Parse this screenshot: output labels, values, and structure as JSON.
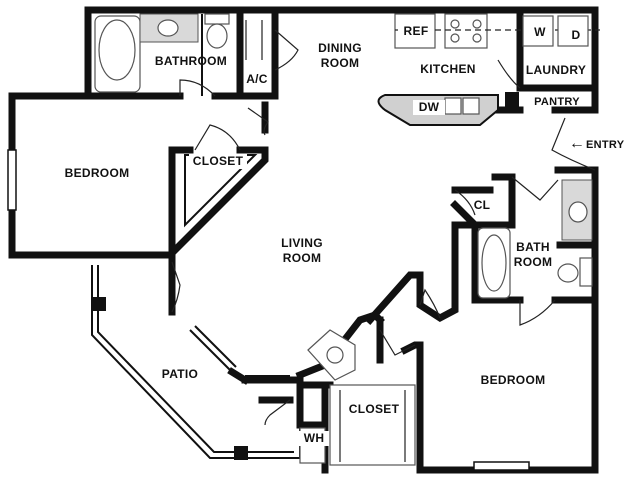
{
  "rooms": {
    "bathroom_top": "BATHROOM",
    "ac": "A/C",
    "dining": "DINING\nROOM",
    "ref": "REF",
    "kitchen": "KITCHEN",
    "washer": "W",
    "dryer": "D",
    "laundry": "LAUNDRY",
    "pantry": "PANTRY",
    "dw": "DW",
    "entry": "ENTRY",
    "bedroom_left": "BEDROOM",
    "closet_left": "CLOSET",
    "cl": "CL",
    "bath_room": "BATH\nROOM",
    "living": "LIVING\nROOM",
    "patio": "PATIO",
    "closet_bottom": "CLOSET",
    "bedroom_right": "BEDROOM",
    "wh": "WH"
  },
  "entry_arrow": "←"
}
